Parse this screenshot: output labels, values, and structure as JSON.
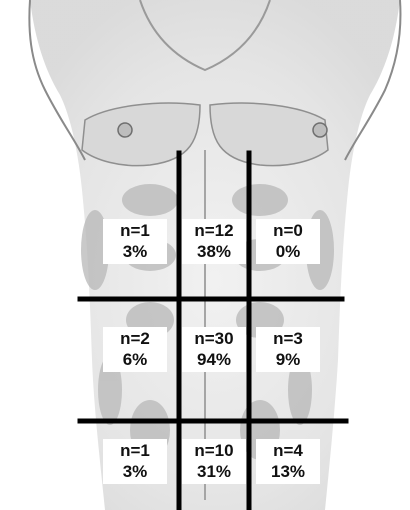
{
  "grid": {
    "cells": [
      {
        "region": "upper-left",
        "n": "n=1",
        "pct": "3%"
      },
      {
        "region": "upper-center",
        "n": "n=12",
        "pct": "38%"
      },
      {
        "region": "upper-right",
        "n": "n=0",
        "pct": "0%"
      },
      {
        "region": "middle-left",
        "n": "n=2",
        "pct": "6%"
      },
      {
        "region": "middle-center",
        "n": "n=30",
        "pct": "94%"
      },
      {
        "region": "middle-right",
        "n": "n=3",
        "pct": "9%"
      },
      {
        "region": "lower-left",
        "n": "n=1",
        "pct": "3%"
      },
      {
        "region": "lower-center",
        "n": "n=10",
        "pct": "31%"
      },
      {
        "region": "lower-right",
        "n": "n=4",
        "pct": "13%"
      }
    ]
  },
  "colors": {
    "grid_line": "#000000",
    "body_shade": "#c9c9c9",
    "body_outline": "#7a7a7a",
    "label_background": "#ffffff",
    "label_text": "#111111"
  }
}
